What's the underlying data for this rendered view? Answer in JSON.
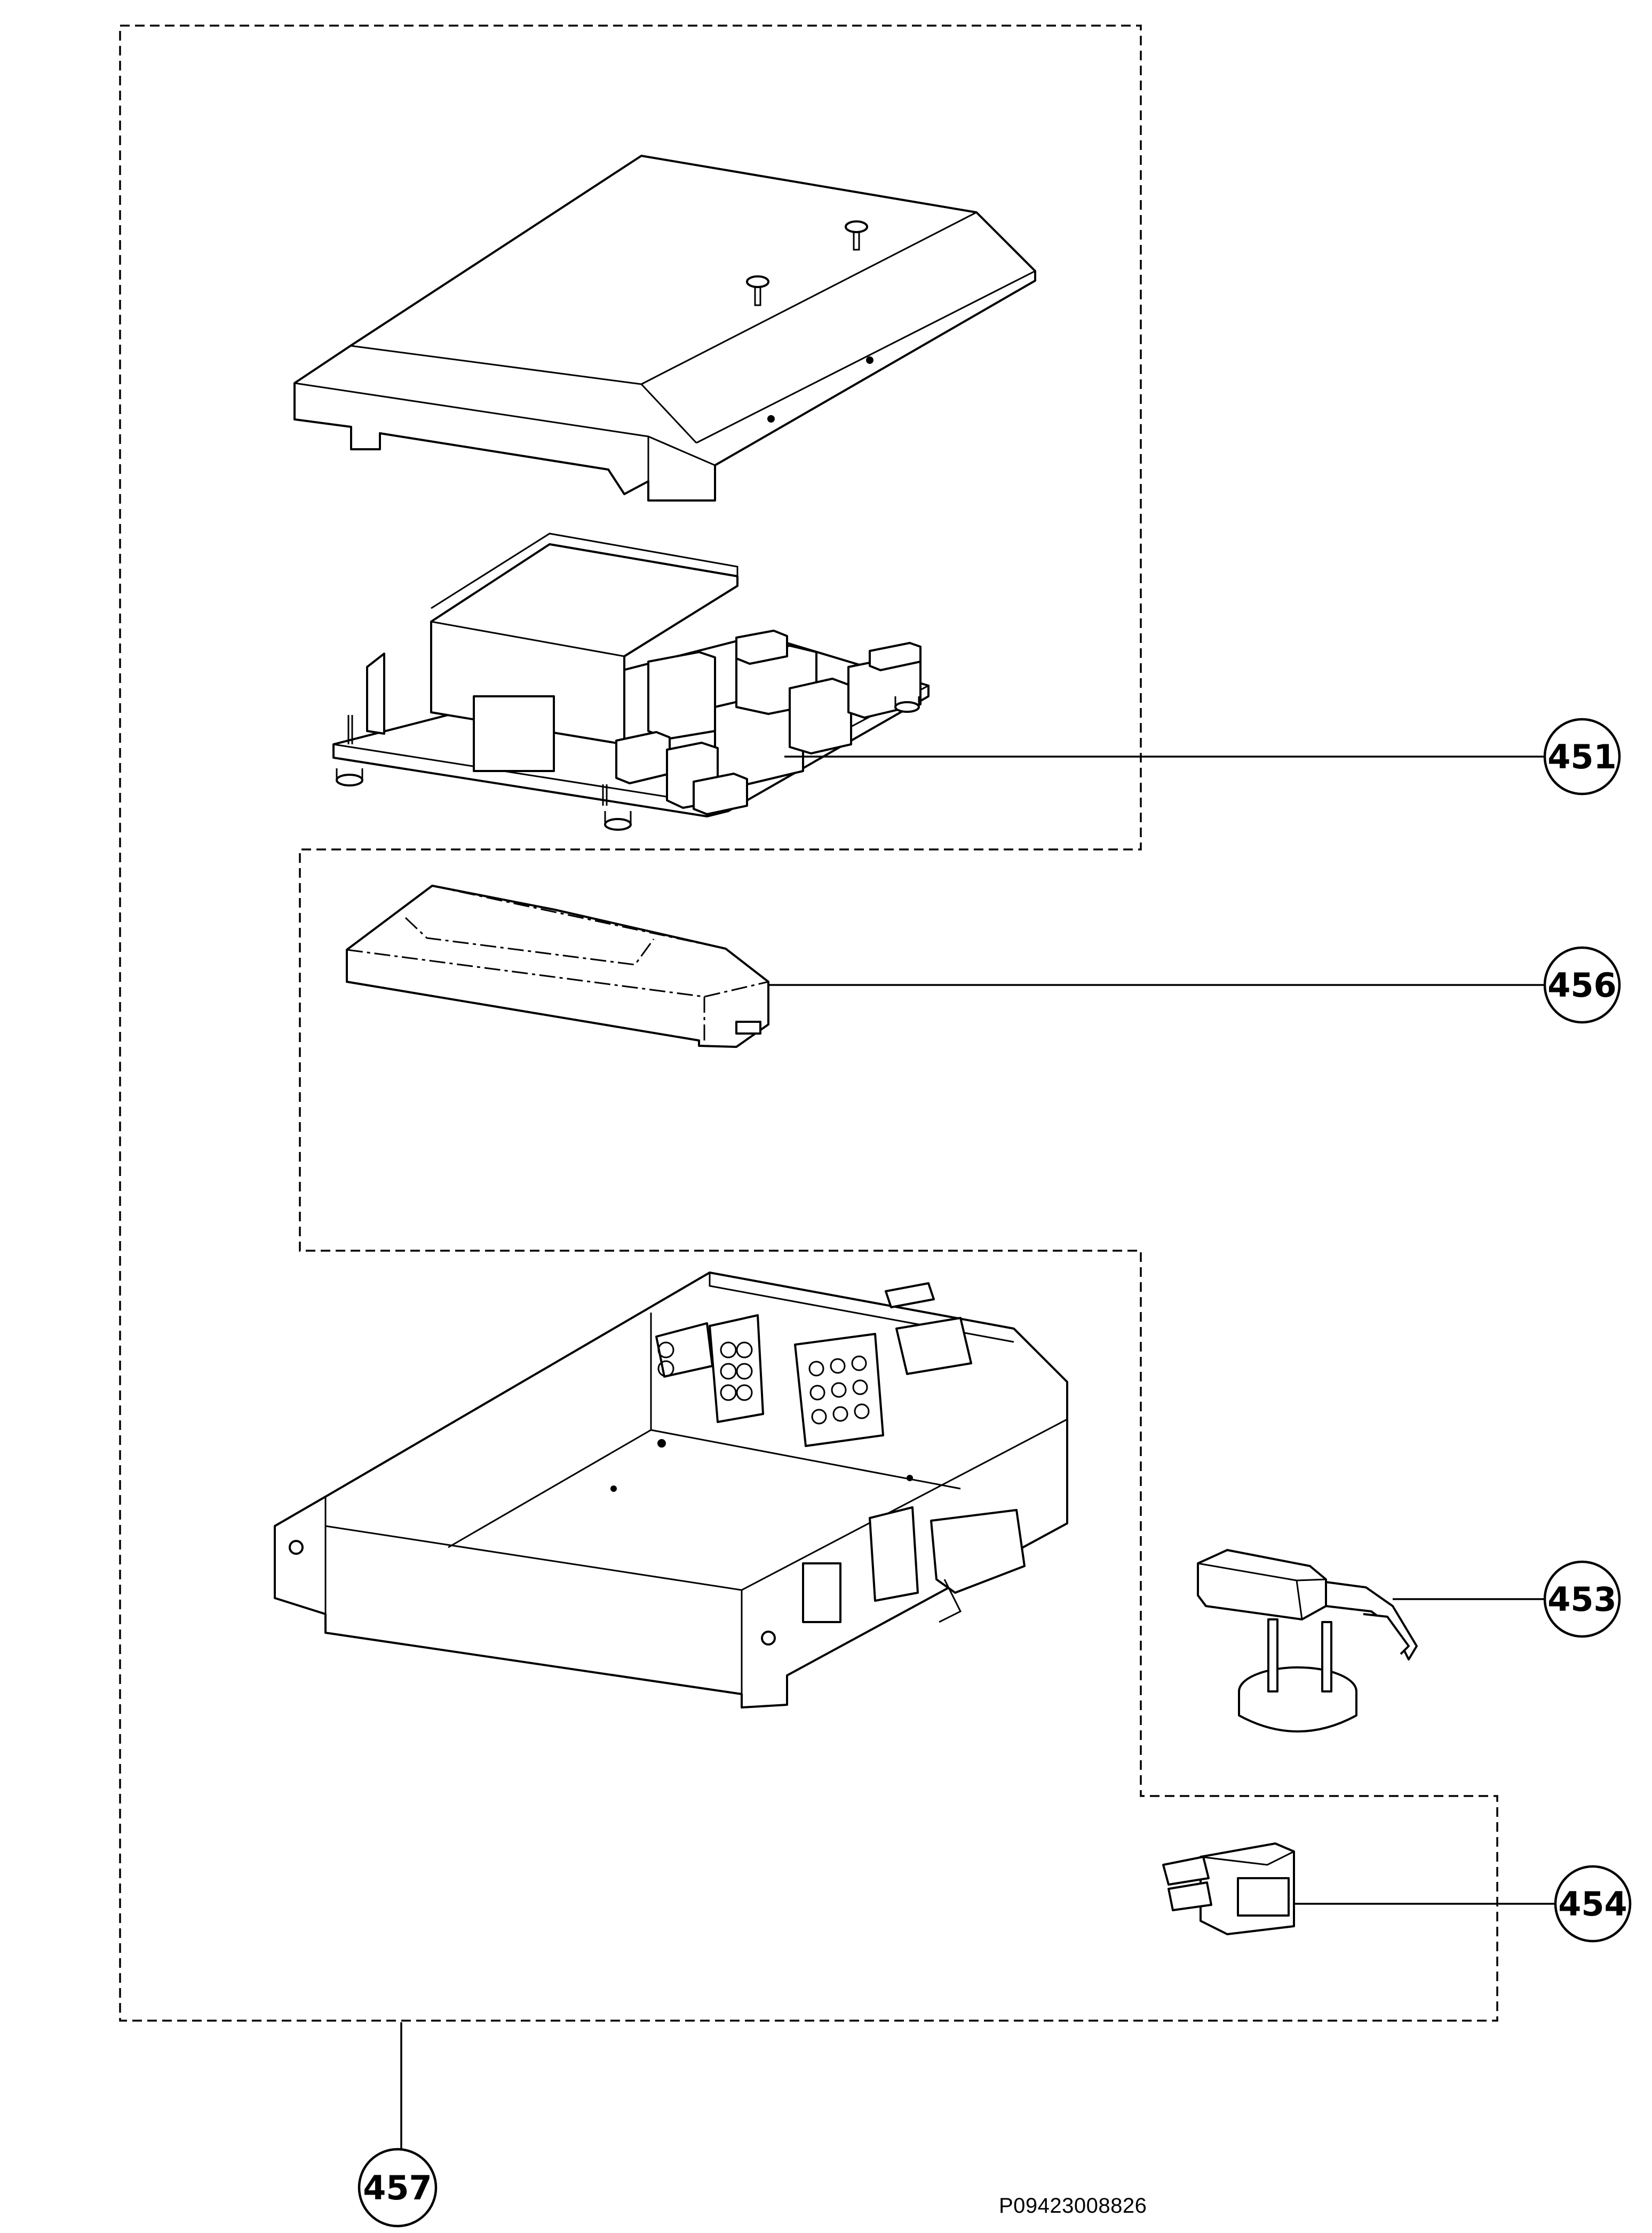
{
  "callouts": [
    {
      "id": "451",
      "label": "451"
    },
    {
      "id": "456",
      "label": "456"
    },
    {
      "id": "453",
      "label": "453"
    },
    {
      "id": "454",
      "label": "454"
    },
    {
      "id": "457",
      "label": "457"
    }
  ],
  "document_number": "P09423008826"
}
